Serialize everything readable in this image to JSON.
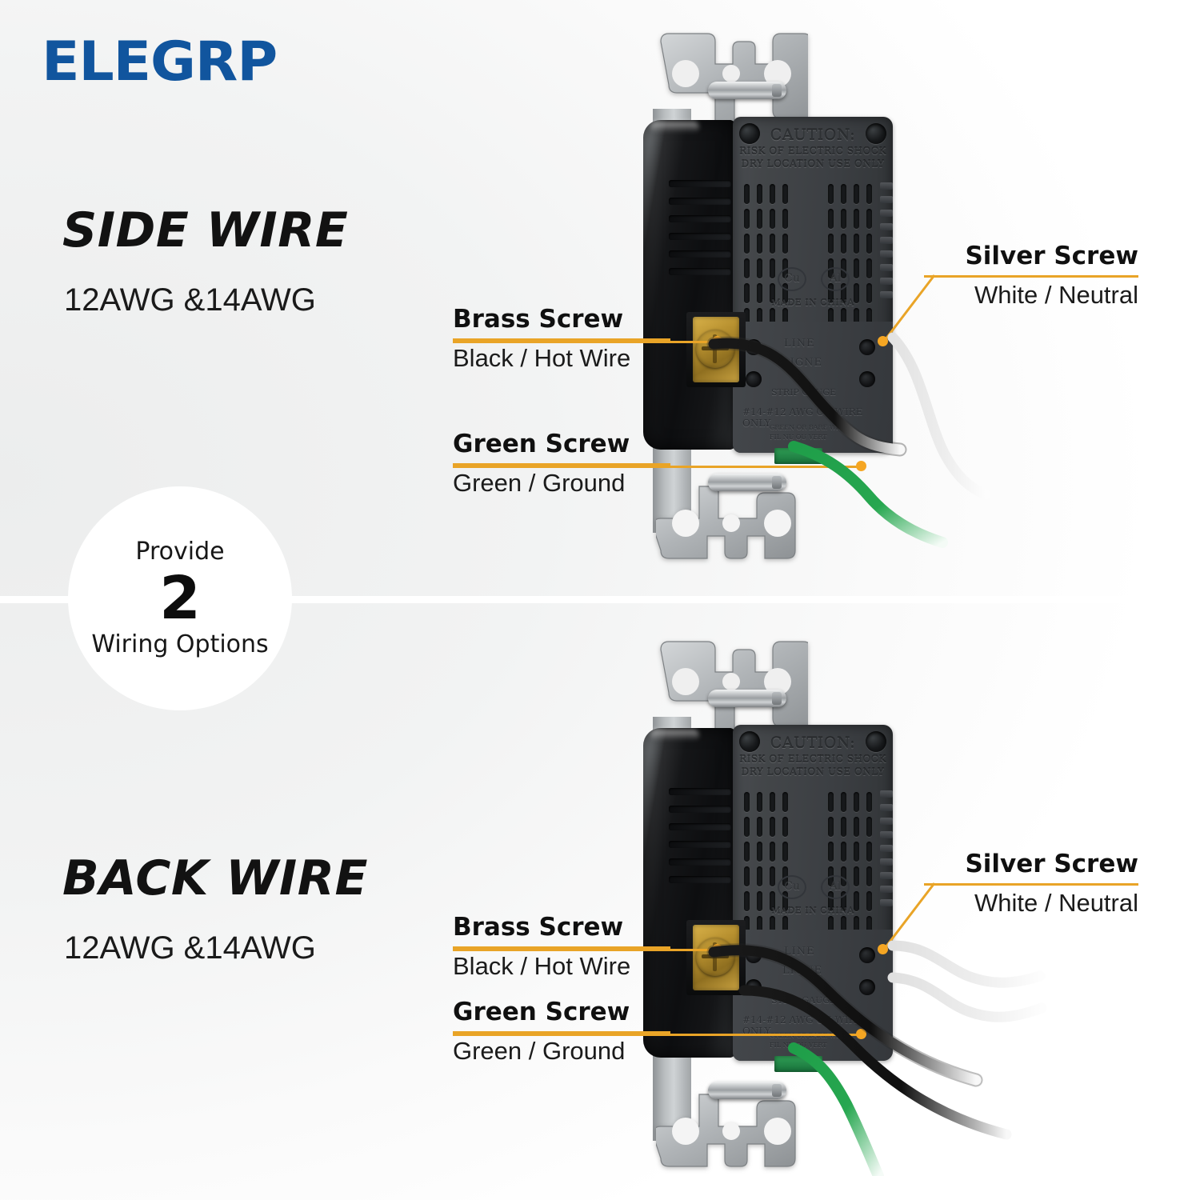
{
  "brand": {
    "logo_text": "ELEGRP",
    "logo_color": "#11559e"
  },
  "accent": {
    "leader_color": "#e9a427",
    "dot_color": "#f5a623"
  },
  "badge": {
    "top_label": "Provide",
    "number": "2",
    "bottom_label": "Wiring Options"
  },
  "sections": [
    {
      "id": "side-wire",
      "title": "SIDE WIRE",
      "subtitle": "12AWG &14AWG",
      "callouts": [
        {
          "id": "brass",
          "title": "Brass Screw",
          "subtitle": "Black / Hot Wire"
        },
        {
          "id": "green",
          "title": "Green Screw",
          "subtitle": "Green / Ground"
        },
        {
          "id": "silver",
          "title": "Silver Screw",
          "subtitle": "White / Neutral"
        }
      ]
    },
    {
      "id": "back-wire",
      "title": "BACK WIRE",
      "subtitle": "12AWG &14AWG",
      "callouts": [
        {
          "id": "brass",
          "title": "Brass Screw",
          "subtitle": "Black / Hot Wire"
        },
        {
          "id": "green",
          "title": "Green Screw",
          "subtitle": "Green / Ground"
        },
        {
          "id": "silver",
          "title": "Silver Screw",
          "subtitle": "White / Neutral"
        }
      ]
    }
  ],
  "device_markings": {
    "caution_heading": "CAUTION:",
    "caution_line1": "RISK OF ELECTRIC SHOCK",
    "caution_line2": "DRY LOCATION USE ONLY",
    "material_cu": "Cu",
    "material_al": "Al",
    "origin": "MADE IN CHINA",
    "line_en": "LINE",
    "line_fr": "LIGNE",
    "strip_gauge": "STRIP GAUGE",
    "wire_spec": "#14-#12 AWG CU WIRE ONLY",
    "ground_en": "GREEN OR BARE WIRE",
    "ground_fr": "FIL NU OU VERT"
  },
  "wire_colors": {
    "black": "#131313",
    "white": "#efefef",
    "green": "#1f9e49"
  }
}
